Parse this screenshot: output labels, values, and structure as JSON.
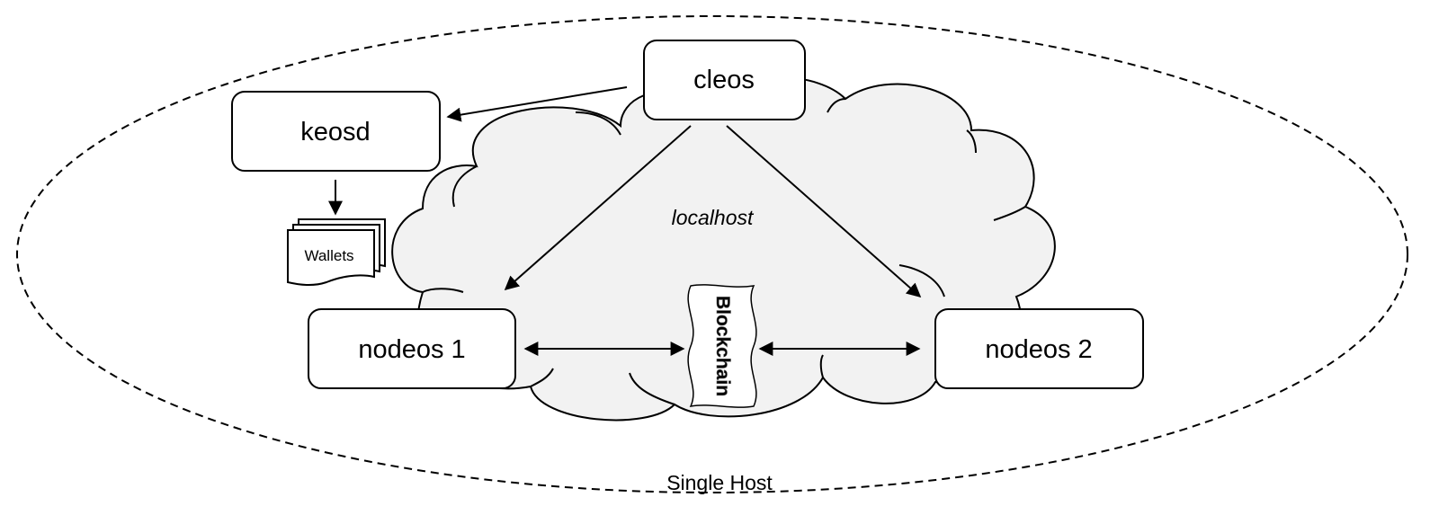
{
  "diagram": {
    "container_label": "Single Host",
    "network_label": "localhost",
    "nodes": {
      "cleos": "cleos",
      "keosd": "keosd",
      "nodeos1": "nodeos 1",
      "nodeos2": "nodeos 2",
      "wallets": "Wallets",
      "blockchain": "Blockchain"
    },
    "edges": [
      {
        "from": "cleos",
        "to": "keosd",
        "direction": "forward"
      },
      {
        "from": "cleos",
        "to": "nodeos 1",
        "direction": "forward"
      },
      {
        "from": "cleos",
        "to": "nodeos 2",
        "direction": "forward"
      },
      {
        "from": "keosd",
        "to": "Wallets",
        "direction": "forward"
      },
      {
        "from": "nodeos 1",
        "to": "Blockchain",
        "direction": "both"
      },
      {
        "from": "Blockchain",
        "to": "nodeos 2",
        "direction": "both"
      }
    ],
    "colors": {
      "cloud_fill": "#f2f2f2",
      "stroke": "#000000",
      "blockchain_text": "#8c8c8c"
    }
  }
}
